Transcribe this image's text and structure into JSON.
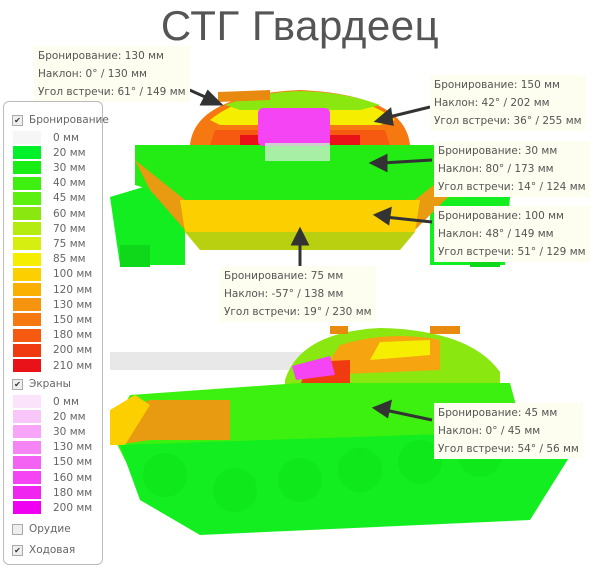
{
  "title": "СТГ Гвардеец",
  "legend": {
    "armor": {
      "label": "Бронирование",
      "checked": true,
      "items": [
        {
          "label": "0 мм",
          "color": "#f6f6f6"
        },
        {
          "label": "20 мм",
          "color": "#00f02a"
        },
        {
          "label": "30 мм",
          "color": "#19ee14"
        },
        {
          "label": "40 мм",
          "color": "#3df010"
        },
        {
          "label": "45 мм",
          "color": "#5cf010"
        },
        {
          "label": "60 мм",
          "color": "#8ae810"
        },
        {
          "label": "70 мм",
          "color": "#b4ec10"
        },
        {
          "label": "75 мм",
          "color": "#d6ee10"
        },
        {
          "label": "85 мм",
          "color": "#f6ee00"
        },
        {
          "label": "100 мм",
          "color": "#fcd000"
        },
        {
          "label": "120 мм",
          "color": "#f9b000"
        },
        {
          "label": "130 мм",
          "color": "#f69410"
        },
        {
          "label": "150 мм",
          "color": "#f67810"
        },
        {
          "label": "180 мм",
          "color": "#f55a10"
        },
        {
          "label": "200 мм",
          "color": "#f03a10"
        },
        {
          "label": "210 мм",
          "color": "#e81218"
        }
      ]
    },
    "screens": {
      "label": "Экраны",
      "checked": true,
      "items": [
        {
          "label": "0 мм",
          "color": "#fbe4fb"
        },
        {
          "label": "20 мм",
          "color": "#f8c6f8"
        },
        {
          "label": "30 мм",
          "color": "#f8a4f8"
        },
        {
          "label": "130 мм",
          "color": "#f584f5"
        },
        {
          "label": "150 мм",
          "color": "#f462f4"
        },
        {
          "label": "160 мм",
          "color": "#f444f4"
        },
        {
          "label": "180 мм",
          "color": "#f025f0"
        },
        {
          "label": "200 мм",
          "color": "#f000f0"
        }
      ]
    },
    "gun": {
      "label": "Орудие",
      "checked": false
    },
    "tracks": {
      "label": "Ходовая",
      "checked": true
    }
  },
  "tooltips": [
    {
      "armor": "Бронирование: 130 мм",
      "slope": "Наклон: 0° / 130 мм",
      "angle": "Угол встречи: 61° / 149 мм"
    },
    {
      "armor": "Бронирование: 150 мм",
      "slope": "Наклон: 42° / 202 мм",
      "angle": "Угол встречи: 36° / 255 мм"
    },
    {
      "armor": "Бронирование: 30 мм",
      "slope": "Наклон: 80° / 173 мм",
      "angle": "Угол встречи: 14° / 124 мм"
    },
    {
      "armor": "Бронирование: 100 мм",
      "slope": "Наклон: 48° / 149 мм",
      "angle": "Угол встречи: 51° / 129 мм"
    },
    {
      "armor": "Бронирование: 75 мм",
      "slope": "Наклон: -57° / 138 мм",
      "angle": "Угол встречи: 19° / 230 мм"
    },
    {
      "armor": "Бронирование: 45 мм",
      "slope": "Наклон: 0° / 45 мм",
      "angle": "Угол встречи: 54° / 56 мм"
    }
  ]
}
